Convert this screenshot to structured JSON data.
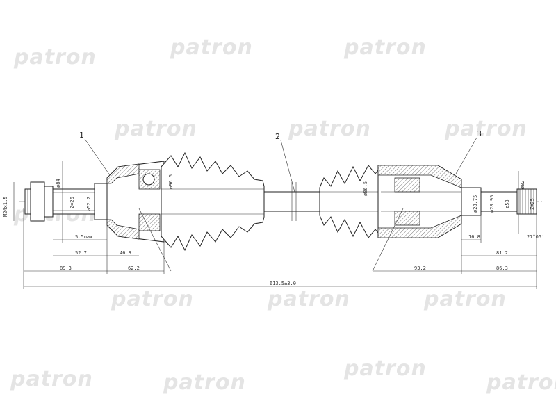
{
  "watermarks": [
    {
      "text": "patron"
    },
    {
      "text": "patron"
    },
    {
      "text": "patron"
    },
    {
      "text": "patron"
    },
    {
      "text": "patron"
    },
    {
      "text": "patron"
    },
    {
      "text": "patron"
    },
    {
      "text": "patron"
    },
    {
      "text": "patron"
    },
    {
      "text": "patron"
    },
    {
      "text": "patron"
    },
    {
      "text": "patron"
    },
    {
      "text": "patron"
    },
    {
      "text": "patron"
    },
    {
      "text": "patron"
    }
  ],
  "callouts": {
    "c1": "1",
    "c2": "2",
    "c3": "3"
  },
  "dimensions": {
    "thread": "M24x1.5",
    "d84": "ø84",
    "spline_left": "Z=26",
    "d52": "ø52.2",
    "d96": "ø96.5",
    "d86": "ø86.5",
    "d28_75": "ø28.75",
    "d28_95": "ø28.95",
    "d58": "ø58",
    "d82": "ø82",
    "spline_right": "Z=25",
    "gap": "5.5max",
    "l52_7": "52.7",
    "l46_3": "46.3",
    "l89_3": "89.3",
    "l62_2": "62.2",
    "total": "613.5±3.0",
    "l93_2": "93.2",
    "l16_8": "16.8",
    "l81_2": "81.2",
    "l86_3": "86.3",
    "l27": "27°05'"
  }
}
